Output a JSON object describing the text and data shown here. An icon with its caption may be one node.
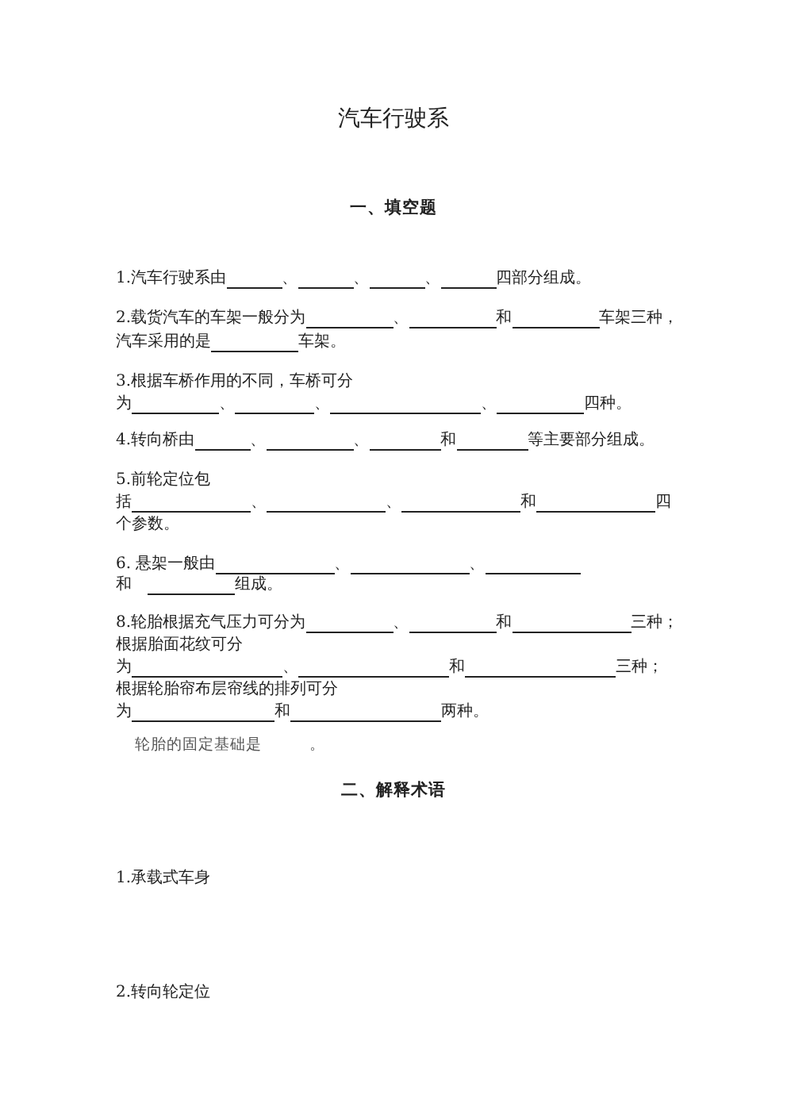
{
  "diagram": {
    "title": "汽车行驶系",
    "labels": [
      "一、填空题",
      "1.汽车行驶系由",
      "、",
      "、",
      "、",
      "四部分组成。",
      "2.载货汽车的车架一般分为",
      "、",
      "和",
      "车架三种，",
      "汽车采用的是",
      "车架。",
      "3.根据车桥作用的不同，车桥可分",
      "为",
      "、",
      "、",
      "、",
      "四种。",
      "4.转向桥由",
      "、",
      "、",
      "和",
      "等主要部分组成。",
      "5.前轮定位包",
      "括",
      "、",
      "、",
      "和",
      "四",
      "个参数。",
      "6. 悬架一般由",
      "、",
      "、",
      "和",
      "组成。",
      "8.轮胎根据充气压力可分为",
      "、",
      "和",
      "三种；",
      "根据胎面花纹可分",
      "为",
      "、",
      "和",
      "三种；",
      "根据轮胎帘布层帘线的排列可分",
      "为",
      "和",
      "两种。",
      "轮胎的固定基础是",
      "。",
      "二、解释术语",
      "1.承载式车身",
      "2.转向轮定位"
    ]
  }
}
